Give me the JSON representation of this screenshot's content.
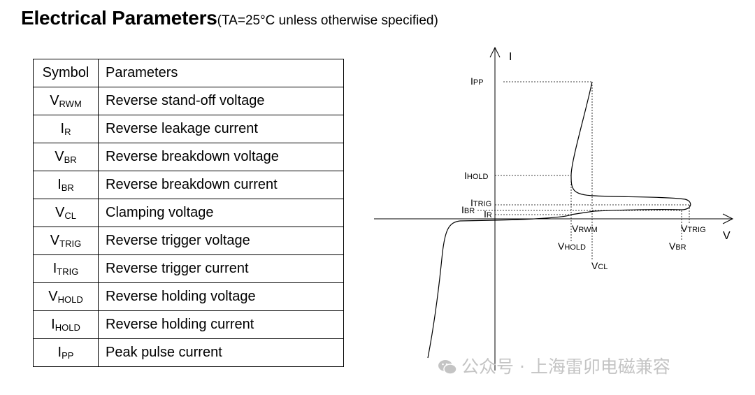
{
  "header": {
    "title": "Electrical Parameters",
    "condition": "(TA=25°C unless otherwise specified)"
  },
  "table": {
    "headers": [
      "Symbol",
      "Parameters"
    ],
    "rows": [
      {
        "symbol": "V",
        "sub": "RWM",
        "param": "Reverse stand-off voltage"
      },
      {
        "symbol": "I",
        "sub": "R",
        "param": "Reverse leakage current"
      },
      {
        "symbol": "V",
        "sub": "BR",
        "param": "Reverse breakdown voltage"
      },
      {
        "symbol": "I",
        "sub": "BR",
        "param": "Reverse breakdown current"
      },
      {
        "symbol": "V",
        "sub": "CL",
        "param": "Clamping voltage"
      },
      {
        "symbol": "V",
        "sub": "TRIG",
        "param": "Reverse trigger voltage"
      },
      {
        "symbol": "I",
        "sub": "TRIG",
        "param": "Reverse trigger current"
      },
      {
        "symbol": "V",
        "sub": "HOLD",
        "param": "Reverse holding voltage"
      },
      {
        "symbol": "I",
        "sub": "HOLD",
        "param": "Reverse holding current"
      },
      {
        "symbol": "I",
        "sub": "PP",
        "param": "Peak pulse current"
      }
    ]
  },
  "diagram": {
    "y_axis_label": "I",
    "x_axis_label": "V",
    "labels": {
      "ipp": "IPP",
      "ihold": "IHOLD",
      "itrig": "ITRIG",
      "ibr": "IBR",
      "ir": "IR",
      "vrwm": "VRWM",
      "vtrig": "VTRIG",
      "vhold": "VHOLD",
      "vbr": "VBR",
      "vcl": "VCL"
    }
  },
  "watermark": {
    "text": "公众号 · 上海雷卯电磁兼容",
    "icon": "wechat-icon"
  }
}
